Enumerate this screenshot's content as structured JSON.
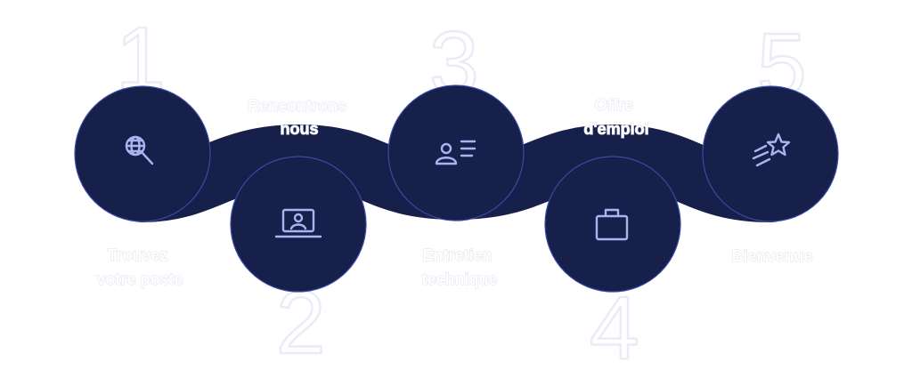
{
  "colors": {
    "node_fill": "#17204a",
    "node_outline": "#3a4aa6",
    "icon": "#aab4f0",
    "number_outline": "#e9ecf6",
    "label": "#ffffff"
  },
  "steps": [
    {
      "number": "1",
      "label_lines": [
        "Trouvez",
        "votre poste"
      ],
      "icon": "search-globe-icon"
    },
    {
      "number": "2",
      "label_lines": [
        "Rencontrons",
        "nous"
      ],
      "icon": "laptop-user-icon"
    },
    {
      "number": "3",
      "label_lines": [
        "Entretien",
        "technique"
      ],
      "icon": "profile-card-icon"
    },
    {
      "number": "4",
      "label_lines": [
        "Offre",
        "d'emploi"
      ],
      "icon": "briefcase-icon"
    },
    {
      "number": "5",
      "label_lines": [
        "Bienvenue"
      ],
      "icon": "shooting-star-icon"
    }
  ]
}
